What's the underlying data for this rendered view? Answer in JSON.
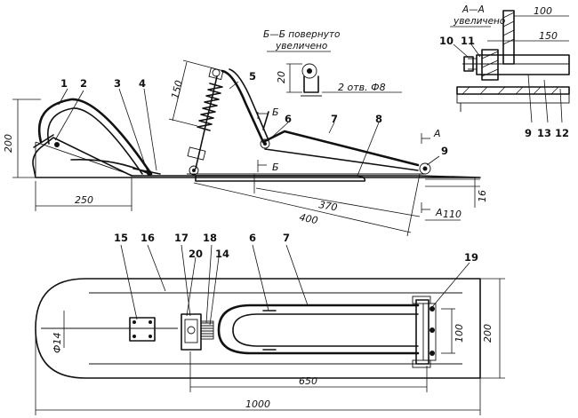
{
  "callouts": {
    "c1": "1",
    "c2": "2",
    "c3": "3",
    "c4": "4",
    "c5": "5",
    "c6": "6",
    "c7": "7",
    "c8": "8",
    "c9": "9",
    "c10": "10",
    "c11": "11",
    "c12": "12",
    "c13": "13",
    "c14": "14",
    "c15": "15",
    "c16": "16",
    "c17": "17",
    "c18": "18",
    "c19": "19",
    "c20": "20"
  },
  "sections": {
    "bb_title": "Б—Б повернуто",
    "bb_sub": "увеличено",
    "aa_title": "А—А",
    "aa_sub": "увеличено",
    "section_b": "Б",
    "section_a": "А",
    "holes": "2 отв. Ф8"
  },
  "dimensions": {
    "d200_side": "200",
    "d250": "250",
    "d150_tilt": "150",
    "d370": "370",
    "d400": "400",
    "d16": "16",
    "d110": "110",
    "d20": "20",
    "d100_top": "100",
    "d150_top": "150",
    "d14": "Ф14",
    "d100_plan": "100",
    "d200_plan": "200",
    "d650": "650",
    "d1000": "1000"
  }
}
